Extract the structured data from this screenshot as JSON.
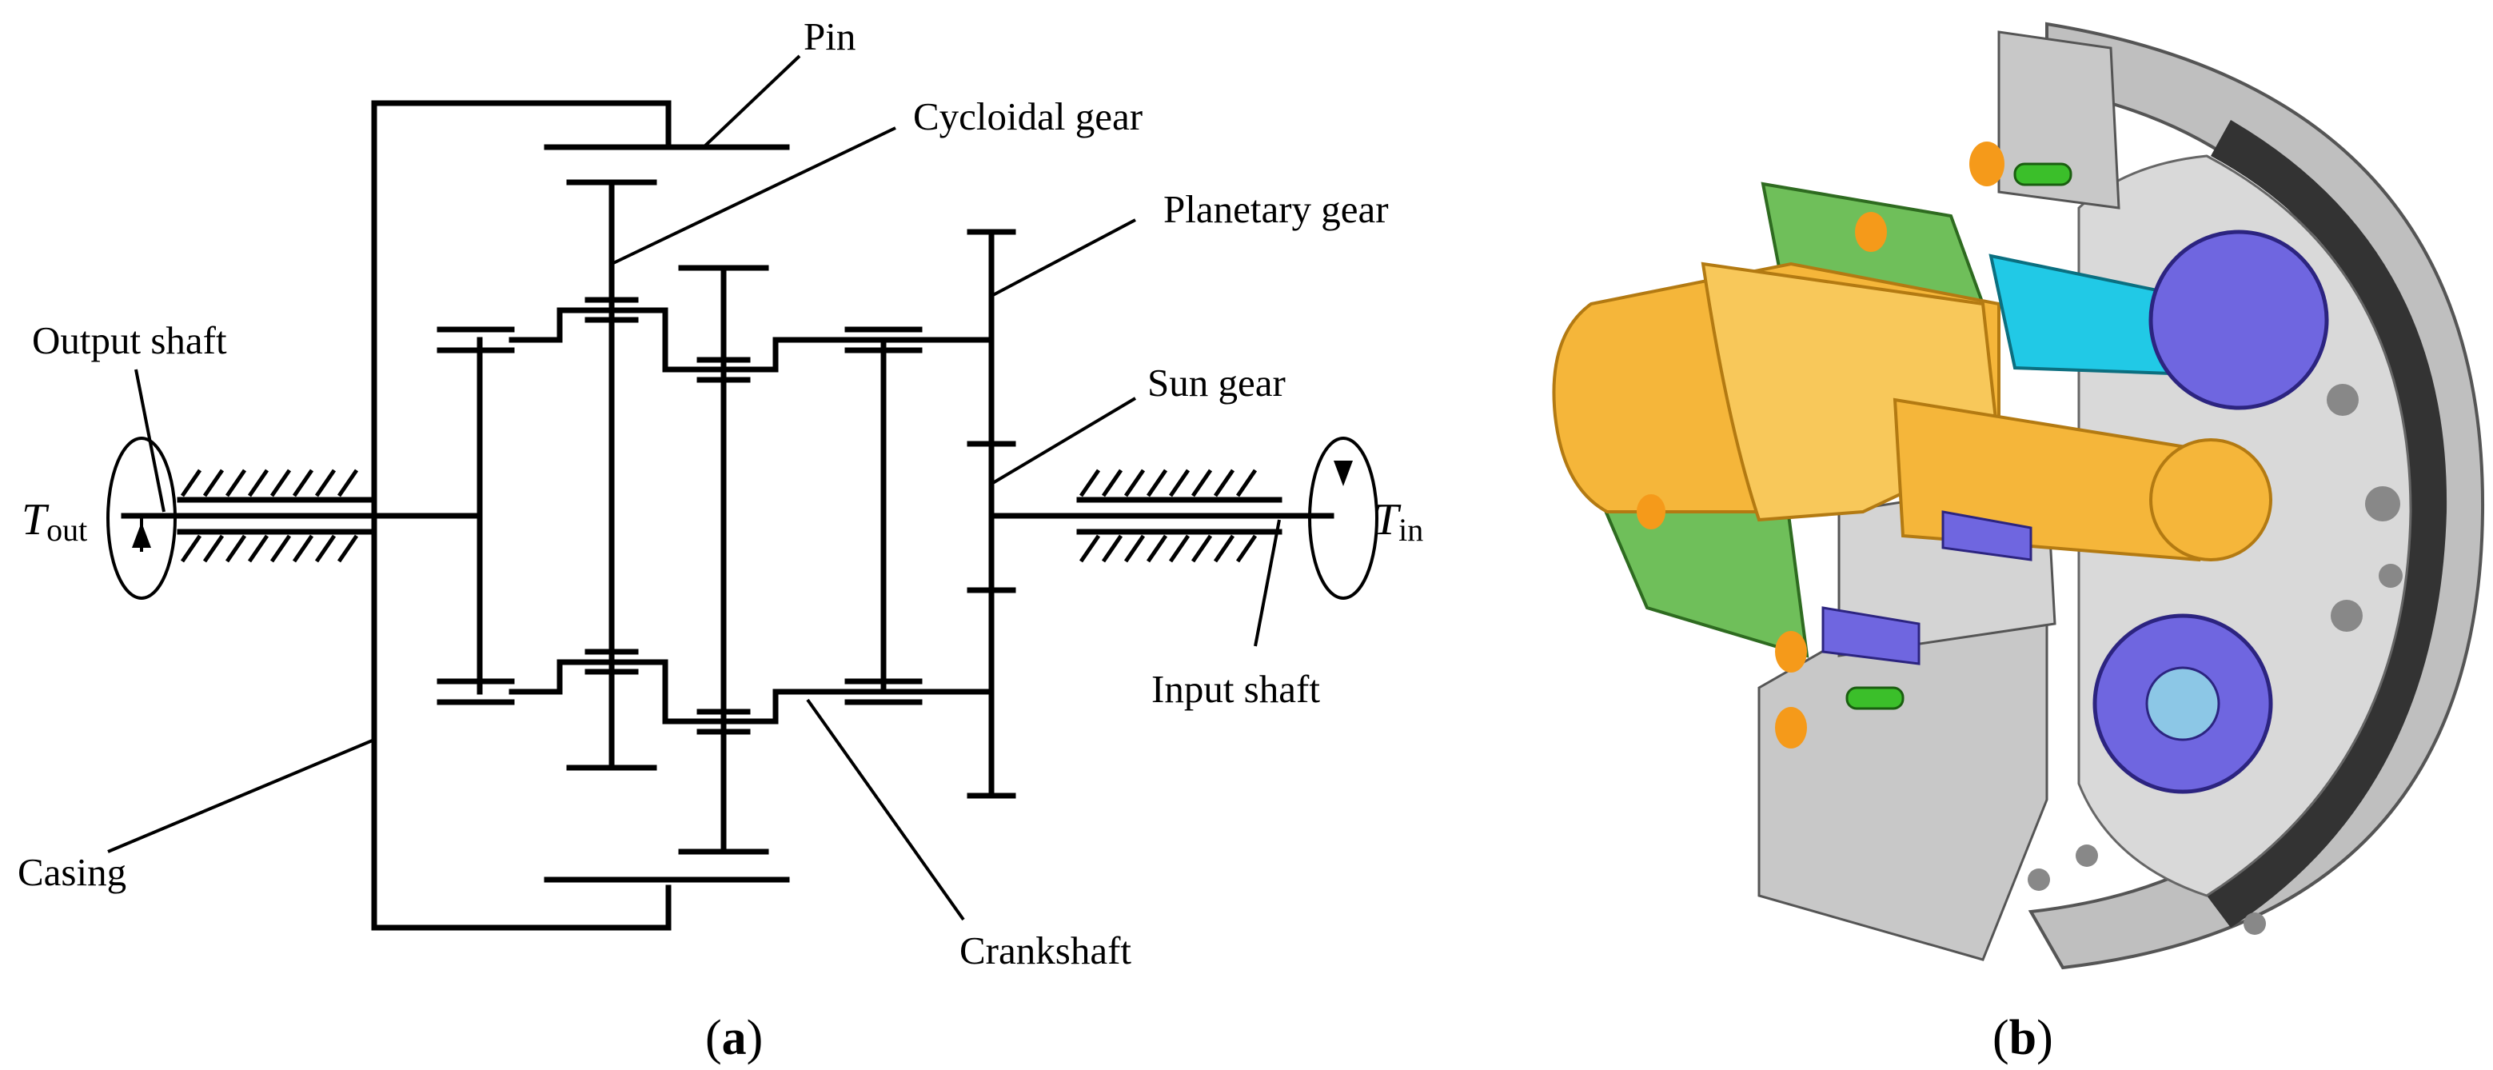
{
  "panel_a": {
    "labels": {
      "pin": "Pin",
      "cycloidal_gear": "Cycloidal gear",
      "planetary_gear": "Planetary gear",
      "output_shaft": "Output shaft",
      "sun_gear": "Sun gear",
      "input_shaft": "Input shaft",
      "casing": "Casing",
      "crankshaft": "Crankshaft"
    },
    "torque_out": {
      "symbol": "T",
      "subscript": "out"
    },
    "torque_in": {
      "symbol": "T",
      "subscript": "in"
    },
    "caption": {
      "open": "(",
      "letter": "a",
      "close": ")"
    }
  },
  "panel_b": {
    "caption": {
      "open": "(",
      "letter": "b",
      "close": ")"
    }
  },
  "colors": {
    "shaft_orange": "#f5b63a",
    "cyan": "#21c9e6",
    "purple": "#6f66e0",
    "green": "#6fbf5a",
    "grey": "#bdbdbd",
    "dark_grey": "#555555"
  }
}
